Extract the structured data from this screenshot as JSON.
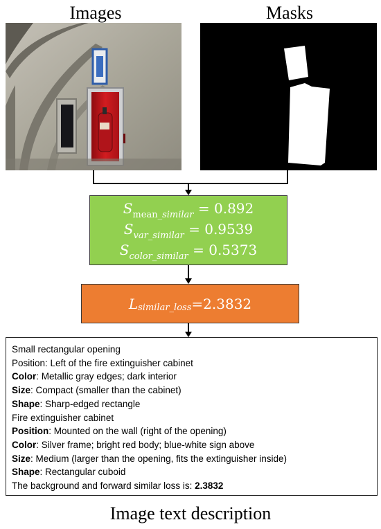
{
  "panels": {
    "images_title": "Images",
    "masks_title": "Masks"
  },
  "scores": {
    "mean": {
      "symbol": "S",
      "subscript_upright": "mean",
      "subscript_italic": "_similar",
      "equals": " = ",
      "value": "0.892"
    },
    "var": {
      "symbol": "S",
      "subscript_italic": "var_similar",
      "equals": " = ",
      "value": "0.9539"
    },
    "color": {
      "symbol": "S",
      "subscript_italic": "color_similar",
      "equals": " = ",
      "value": "0.5373"
    }
  },
  "loss": {
    "symbol": "L",
    "subscript_italic": "similar_loss",
    "equals": "=",
    "value": "2.3832"
  },
  "description": {
    "lines": [
      {
        "key": "",
        "text": "Small rectangular opening"
      },
      {
        "key": "",
        "text": "Position: Left of the fire extinguisher cabinet"
      },
      {
        "key": "Color",
        "text": ": Metallic gray edges; dark interior"
      },
      {
        "key": "Size",
        "text": ": Compact (smaller than the cabinet)"
      },
      {
        "key": "Shape",
        "text": ": Sharp-edged rectangle"
      },
      {
        "key": "",
        "text": "Fire extinguisher cabinet"
      },
      {
        "key": "Position",
        "text": ": Mounted on the wall (right of the opening)"
      },
      {
        "key": "Color",
        "text": ": Silver frame; bright red body; blue-white sign above"
      },
      {
        "key": "Size",
        "text": ": Medium (larger than the opening, fits the extinguisher inside)"
      },
      {
        "key": "Shape",
        "text": ": Rectangular cuboid"
      },
      {
        "key": "",
        "text": "The background and forward similar loss is: ",
        "value": "2.3832"
      }
    ]
  },
  "caption": "Image text description",
  "colors": {
    "score_box": "#92d050",
    "loss_box": "#ed7d31",
    "cabinet_red": "#c8151b"
  }
}
